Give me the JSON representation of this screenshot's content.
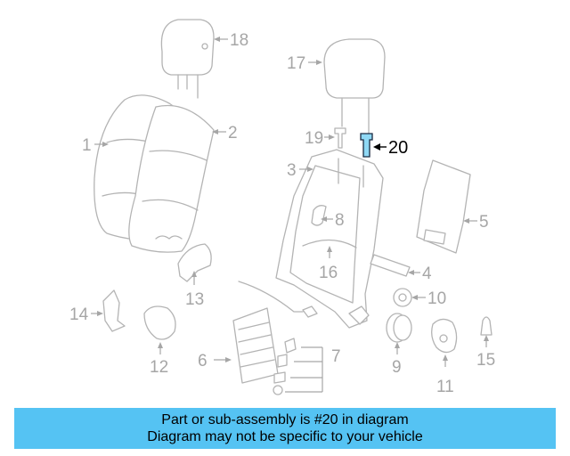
{
  "diagram": {
    "highlight_color": "#8fd8f4",
    "part_stroke_color": "#b4b4b4",
    "label_color": "#a6a6a6",
    "callouts": {
      "c1": "1",
      "c2": "2",
      "c3": "3",
      "c4": "4",
      "c5": "5",
      "c6": "6",
      "c7": "7",
      "c8": "8",
      "c9": "9",
      "c10": "10",
      "c11": "11",
      "c12": "12",
      "c13": "13",
      "c14": "14",
      "c15": "15",
      "c16": "16",
      "c17": "17",
      "c18": "18",
      "c19": "19",
      "c20": "20"
    },
    "highlighted_part": "20"
  },
  "banner": {
    "line1": "Part or sub-assembly is #20 in diagram",
    "line2": "Diagram may not be specific to your vehicle",
    "background_color": "#55c3f3"
  }
}
